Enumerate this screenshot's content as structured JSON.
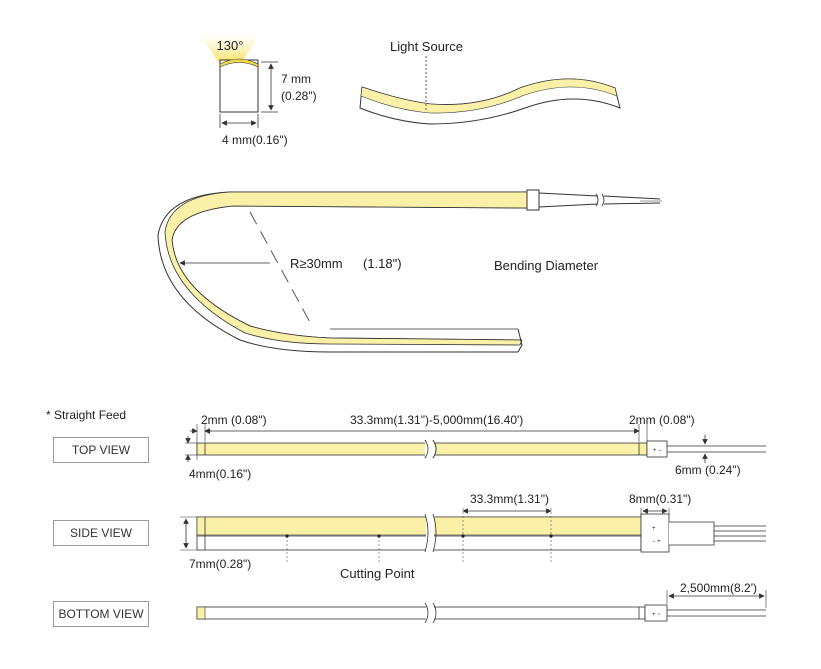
{
  "profile": {
    "beam_angle": "130°",
    "height": "7 mm",
    "height_in": "(0.28\")",
    "width": "4 mm(0.16\")"
  },
  "light_source_label": "Light Source",
  "bend": {
    "radius_symbol": "R≥30mm",
    "radius_in": "(1.18\")",
    "caption": "Bending Diameter"
  },
  "views": {
    "note": "* Straight Feed",
    "top_label": "TOP VIEW",
    "side_label": "SIDE VIEW",
    "bottom_label": "BOTTOM VIEW",
    "left_margin": "2mm (0.08\")",
    "length_range": "33.3mm(1.31\")-5,000mm(16.40')",
    "right_margin": "2mm (0.08\")",
    "strip_width": "4mm(0.16\")",
    "cable_width": "6mm (0.24\")",
    "cut_interval": "33.3mm(1.31\")",
    "end_cap": "8mm(0.31\")",
    "side_height": "7mm(0.28\")",
    "cutting_point": "Cutting Point",
    "cable_length": "2,500mm(8.2')"
  },
  "colors": {
    "led_yellow": "#fbf0a8",
    "glow_yellow": "#f7e56b",
    "line": "#333333"
  }
}
